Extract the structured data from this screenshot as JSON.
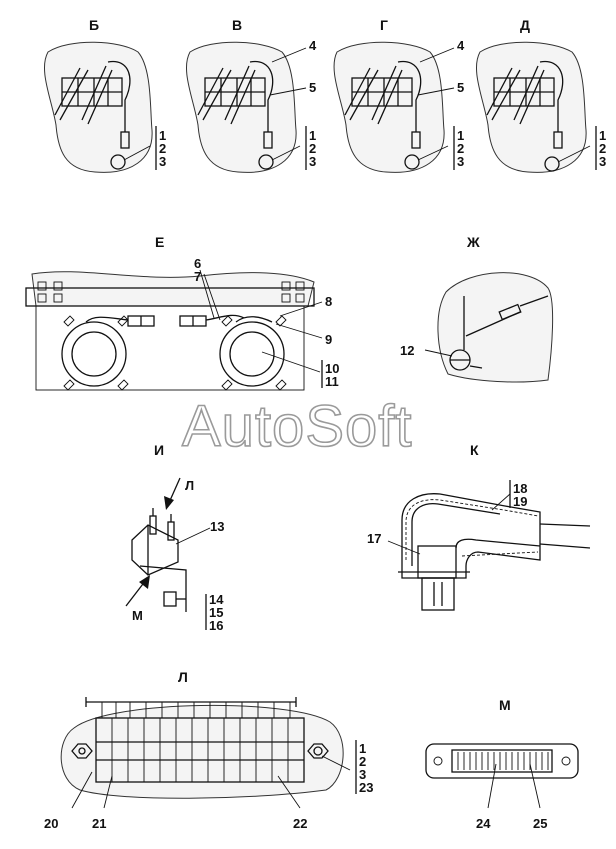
{
  "views": {
    "b": "Б",
    "v": "В",
    "g": "Г",
    "d": "Д",
    "e": "Е",
    "zh": "Ж",
    "i": "И",
    "k": "К",
    "l": "Л",
    "m": "М"
  },
  "arrows": {
    "l": "Л",
    "m": "М"
  },
  "callouts": {
    "c1": "1",
    "c2": "2",
    "c3": "3",
    "c4": "4",
    "c5": "5",
    "c6": "6",
    "c7": "7",
    "c8": "8",
    "c9": "9",
    "c10": "10",
    "c11": "11",
    "c12": "12",
    "c13": "13",
    "c14": "14",
    "c15": "15",
    "c16": "16",
    "c17": "17",
    "c18": "18",
    "c19": "19",
    "c20": "20",
    "c21": "21",
    "c22": "22",
    "c23": "23",
    "c24": "24",
    "c25": "25"
  },
  "watermark": "AutoSoft"
}
